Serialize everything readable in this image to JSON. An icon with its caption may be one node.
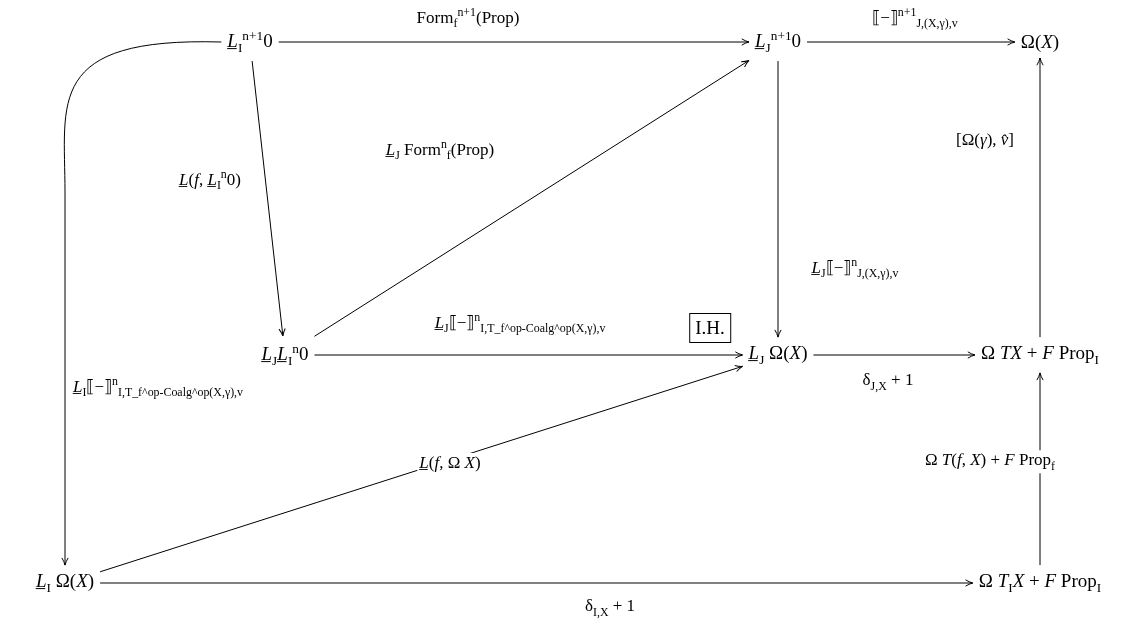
{
  "diagram": {
    "nodes": [
      {
        "text": [
          "*L̲*$_{I}$$^{n+1}$0"
        ]
      },
      {
        "text": [
          "*L̲*$_{J}$$^{n+1}$0"
        ]
      },
      {
        "text": [
          "Ω(*X*)"
        ]
      },
      {
        "text": [
          "*L̲*$_{J}$*L̲*$_{I}$$^{n}$0"
        ]
      },
      {
        "text": [
          "*L̲*$_{J}$ Ω(*X*)"
        ]
      },
      {
        "text": [
          "Ω *TX* + *F* Prop$_{I}$"
        ]
      },
      {
        "text": [
          "*L̲*$_{I}$ Ω(*X*)"
        ]
      },
      {
        "text": [
          "Ω *T*$_{I}$*X* + *F* Prop$_{I}$"
        ]
      },
      {
        "text": [
          "I.H."
        ]
      }
    ],
    "edges": [
      {
        "from": 0,
        "to": 1,
        "arrow": "to",
        "label": "Form$_{f}$$^{n+1}$(Prop)"
      },
      {
        "from": 1,
        "to": 2,
        "arrow": "to",
        "label": "⟦−⟧$^{n+1}$$_{J,(X,γ),v}$"
      },
      {
        "from": 5,
        "to": 2,
        "arrow": "to",
        "label": "[Ω(*γ*), *v̂*]"
      },
      {
        "from": 0,
        "to": 3,
        "arrow": "to",
        "label": "*L̲*(*f*, *L̲*$_{I}$$^{n}$0)"
      },
      {
        "from": 3,
        "to": 1,
        "arrow": "to",
        "label": "*L̲*$_{J}$ Form$^{n}$$_{f}$(Prop)"
      },
      {
        "from": 1,
        "to": 4,
        "arrow": "to",
        "label": "*L̲*$_{J}$⟦−⟧$^{n}$$_{J,(X,γ),v}$"
      },
      {
        "from": 3,
        "to": 4,
        "arrow": "to",
        "label": "*L̲*$_{J}$⟦−⟧$^{n}$$_{I,T_f^op-Coalg^op(X,γ),v}$"
      },
      {
        "from": 4,
        "to": 5,
        "arrow": "to",
        "label": "δ$_{J,X}$ + 1"
      },
      {
        "from": 0,
        "to": 6,
        "arrow": "to",
        "label": "*L̲*$_{I}$⟦−⟧$^{n}$$_{I,T_f^op-Coalg^op(X,γ),v}$"
      },
      {
        "from": 6,
        "to": 4,
        "arrow": "to",
        "label": "*L̲*(*f*, Ω *X*)"
      },
      {
        "from": 7,
        "to": 5,
        "arrow": "to",
        "label": "Ω *T*(*f*, *X*) + *F* Prop$_{f}$"
      },
      {
        "from": 6,
        "to": 7,
        "arrow": "to",
        "label": "δ$_{I,X}$ + 1"
      }
    ]
  }
}
